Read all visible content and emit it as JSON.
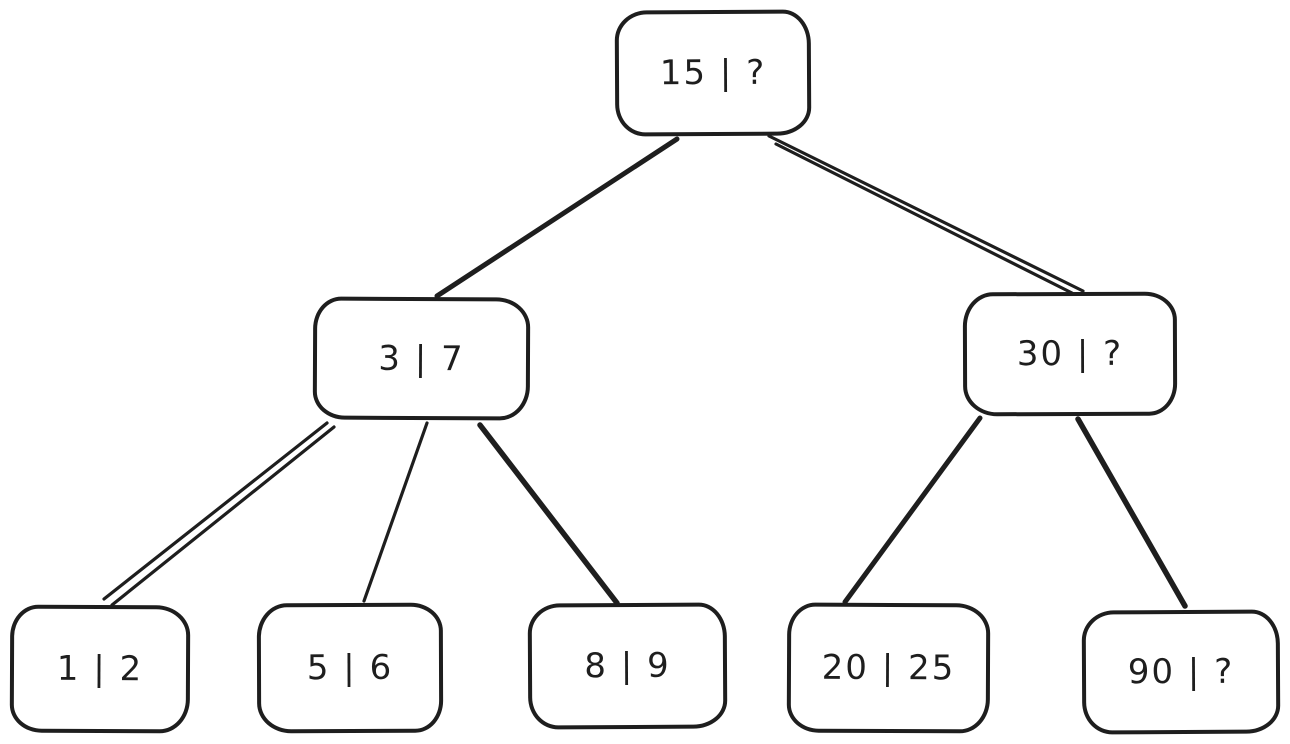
{
  "diagram": {
    "type": "tree",
    "style": "hand-drawn-sketch",
    "background_color": "#ffffff",
    "stroke_color": "#1e1e1e",
    "nodes": [
      {
        "id": "root",
        "label": "15 | ?",
        "level": 0
      },
      {
        "id": "left",
        "label": "3 | 7",
        "level": 1
      },
      {
        "id": "right",
        "label": "30 | ?",
        "level": 1
      },
      {
        "id": "c1",
        "label": "1 | 2",
        "level": 2
      },
      {
        "id": "c2",
        "label": "5 | 6",
        "level": 2
      },
      {
        "id": "c3",
        "label": "8 | 9",
        "level": 2
      },
      {
        "id": "c4",
        "label": "20 | 25",
        "level": 2
      },
      {
        "id": "c5",
        "label": "90 | ?",
        "level": 2
      }
    ],
    "edges": [
      {
        "from": "15 | ?",
        "to": "3 | 7"
      },
      {
        "from": "15 | ?",
        "to": "30 | ?"
      },
      {
        "from": "3 | 7",
        "to": "1 | 2"
      },
      {
        "from": "3 | 7",
        "to": "5 | 6"
      },
      {
        "from": "3 | 7",
        "to": "8 | 9"
      },
      {
        "from": "30 | ?",
        "to": "20 | 25"
      },
      {
        "from": "30 | ?",
        "to": "90 | ?"
      }
    ]
  }
}
